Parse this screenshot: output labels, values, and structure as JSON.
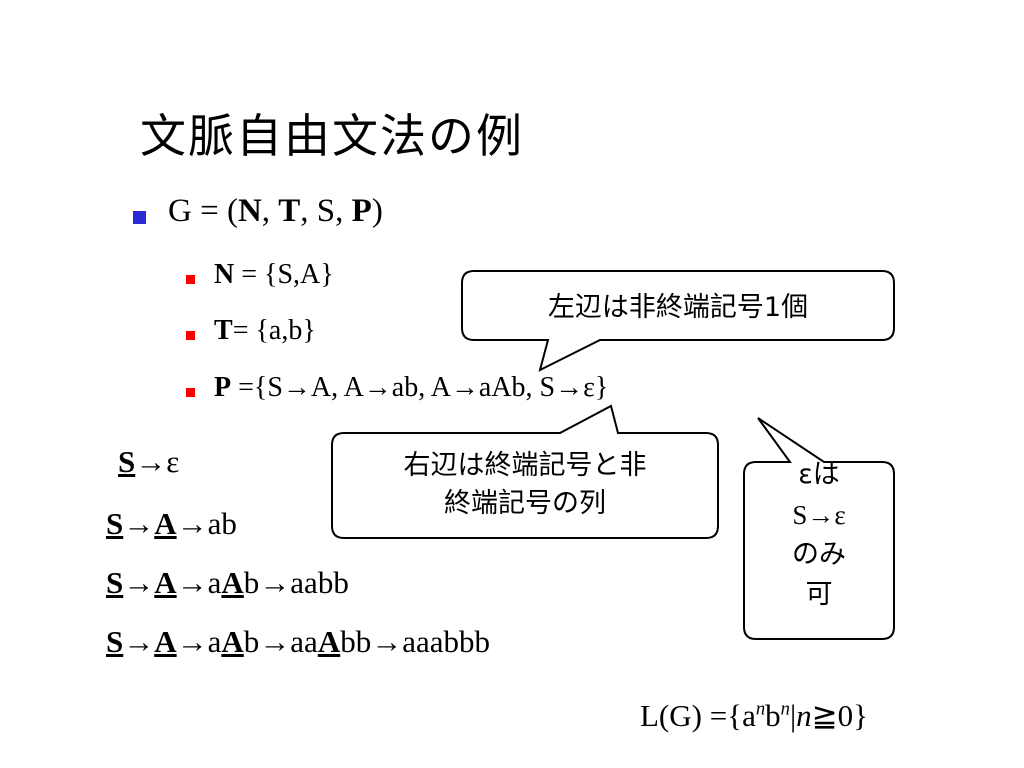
{
  "title": "文脈自由文法の例",
  "grammar": {
    "g_prefix": "G = (",
    "N": "N",
    "sep1": ", ",
    "T": "T",
    "sep2": ", S, ",
    "P": "P",
    "g_suffix": ")",
    "n_label": "N",
    "n_value": " = {S,A}",
    "t_label": "T",
    "t_value": "= {a,b}",
    "p_label": "P",
    "p_value": " ={S→A, A→ab, A→aAb, S→ε}"
  },
  "derivations": [
    {
      "parts": [
        "S",
        "→ε"
      ]
    },
    {
      "parts": [
        "S",
        "→",
        "A",
        "→ab"
      ]
    },
    {
      "parts": [
        "S",
        "→",
        "A",
        "→a",
        "A",
        "b→aabb"
      ]
    },
    {
      "parts": [
        "S",
        "→",
        "A",
        "→a",
        "A",
        "b→aa",
        "A",
        "bb→aaabbb"
      ]
    }
  ],
  "callouts": {
    "left_side": "左辺は非終端記号1個",
    "right_side_line1": "右辺は終端記号と非",
    "right_side_line2": "終端記号の列",
    "epsilon_line1": "εは",
    "epsilon_line2": "S→ε",
    "epsilon_line3": "のみ",
    "epsilon_line4": "可"
  },
  "language": {
    "prefix": "L(G) ={a",
    "exp1": "n",
    "mid": "b",
    "exp2": "n",
    "bar": "|",
    "var": "n",
    "suffix": "≧0}"
  },
  "colors": {
    "bullet_level1": "#2b2bd6",
    "bullet_level2": "#ff0000"
  }
}
